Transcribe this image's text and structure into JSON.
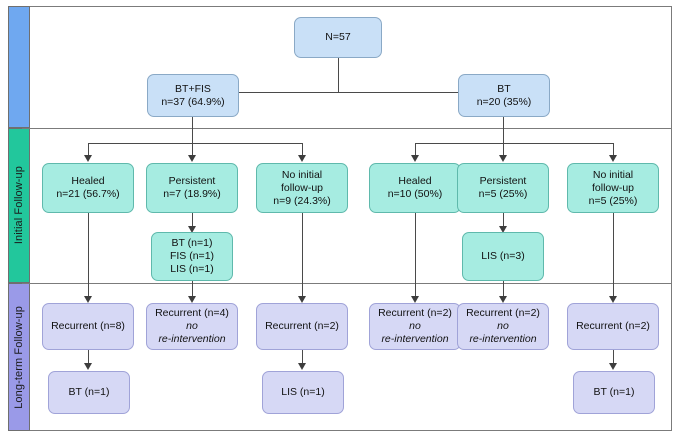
{
  "diagram": {
    "title": "Patient follow-up flow diagram",
    "colors": {
      "blue_fill": "#c9e0f7",
      "teal_fill": "#a6ece1",
      "lilac_fill": "#d6d8f5",
      "stage_initial": "#22c79c",
      "stage_longterm": "#9a9ae8",
      "stage_top": "#6fa8f0",
      "connector": "#4a4a4a"
    },
    "stages": [
      {
        "id": "top",
        "label": "",
        "color": "#6fa8f0"
      },
      {
        "id": "initial",
        "label": "Initial Follow-up",
        "color": "#22c79c"
      },
      {
        "id": "longterm",
        "label": "Long-term Follow-up",
        "color": "#9a9ae8"
      }
    ],
    "nodes": {
      "root": {
        "lines": [
          "N=57"
        ]
      },
      "btfis": {
        "lines": [
          "BT+FIS",
          "n=37 (64.9%)"
        ]
      },
      "bt": {
        "lines": [
          "BT",
          "n=20 (35%)"
        ]
      },
      "l_healed": {
        "lines": [
          "Healed",
          "n=21 (56.7%)"
        ]
      },
      "l_persistent": {
        "lines": [
          "Persistent",
          "n=7 (18.9%)"
        ]
      },
      "l_noinitial": {
        "lines": [
          "No initial",
          "follow-up",
          "n=9 (24.3%)"
        ]
      },
      "r_healed": {
        "lines": [
          "Healed",
          "n=10 (50%)"
        ]
      },
      "r_persistent": {
        "lines": [
          "Persistent",
          "n=5 (25%)"
        ]
      },
      "r_noinitial": {
        "lines": [
          "No initial",
          "follow-up",
          "n=5 (25%)"
        ]
      },
      "l_interv": {
        "lines": [
          "BT (n=1)",
          "FIS (n=1)",
          "LIS (n=1)"
        ]
      },
      "r_interv": {
        "lines": [
          "LIS (n=3)"
        ]
      },
      "lt_1": {
        "lines": [
          "Recurrent (n=8)"
        ]
      },
      "lt_2": {
        "lines": [
          "Recurrent (n=4)",
          "no",
          "re-intervention"
        ],
        "italic_from": 1
      },
      "lt_3": {
        "lines": [
          "Recurrent (n=2)"
        ]
      },
      "lt_4": {
        "lines": [
          "Recurrent (n=2)",
          "no",
          "re-intervention"
        ],
        "italic_from": 1
      },
      "lt_5": {
        "lines": [
          "Recurrent (n=2)",
          "no",
          "re-intervention"
        ],
        "italic_from": 1
      },
      "lt_6": {
        "lines": [
          "Recurrent (n=2)"
        ]
      },
      "fin_1": {
        "lines": [
          "BT (n=1)"
        ]
      },
      "fin_2": {
        "lines": [
          "LIS (n=1)"
        ]
      },
      "fin_3": {
        "lines": [
          "BT (n=1)"
        ]
      }
    }
  }
}
